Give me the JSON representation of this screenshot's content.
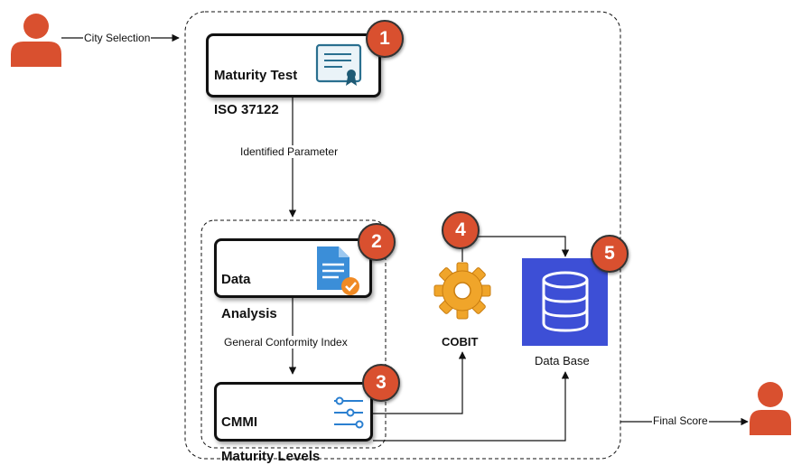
{
  "actors": {
    "left": {
      "icon": "user-icon",
      "color": "#d9502f"
    },
    "right": {
      "icon": "user-icon",
      "color": "#d9502f"
    }
  },
  "edges": {
    "city_selection": "City Selection",
    "identified_parameter": "Identified Parameter",
    "general_conformity_index": "General Conformity Index",
    "final_score": "Final Score"
  },
  "nodes": {
    "maturity_test": {
      "badge": "1",
      "line1": "Maturity Test",
      "line2": "ISO 37122",
      "icon": "certificate-icon"
    },
    "data_analysis": {
      "badge": "2",
      "line1": "Data",
      "line2": "Analysis",
      "icon": "document-check-icon"
    },
    "cmmi": {
      "badge": "3",
      "line1": "CMMI",
      "line2": "Maturity Levels",
      "icon": "sliders-icon"
    },
    "cobit": {
      "badge": "4",
      "label": "COBIT",
      "icon": "gear-icon"
    },
    "database": {
      "badge": "5",
      "label": "Data Base",
      "icon": "database-icon"
    }
  },
  "colors": {
    "badge": "#d9502f",
    "database_bg": "#3d4fd6",
    "gear": "#f0a52a",
    "doc": "#3b8ed8",
    "doc_check": "#f08a24"
  }
}
